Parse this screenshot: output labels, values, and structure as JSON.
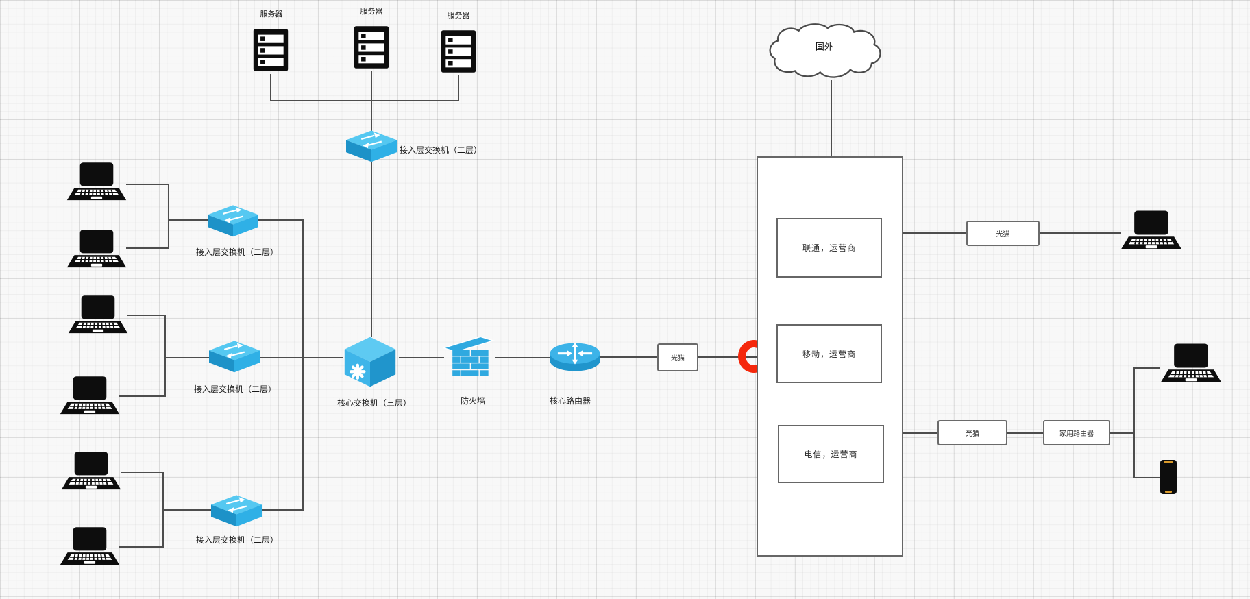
{
  "app": {
    "type": "network-topology-diagram",
    "language": "zh-CN"
  },
  "colors": {
    "connector": "#4d4d4d",
    "shape_border": "#666666",
    "switch_blue_light": "#55c8f1",
    "switch_blue": "#2fa9e0",
    "switch_blue_dark": "#1d8fc4",
    "annotation_red": "#f5270b",
    "device_black": "#0d0d0d",
    "phone_accent": "#d99a2b"
  },
  "icons": {
    "server": "server-rack-icon",
    "laptop": "laptop-icon",
    "access_switch": "switch-isometric-icon",
    "core_switch": "layer3-switch-cube-icon",
    "firewall": "brick-wall-icon",
    "router": "router-cylinder-icon",
    "cloud": "cloud-icon",
    "phone": "smartphone-icon",
    "annotation": "red-ellipse-highlight"
  },
  "nodes": {
    "server_1": "服务器",
    "server_2": "服务器",
    "server_3": "服务器",
    "switch_server_access": "接入层交换机（二层）",
    "switch_access_1": "接入层交换机（二层）",
    "switch_access_2": "接入层交换机（二层）",
    "switch_access_3": "接入层交换机（二层）",
    "switch_core": "核心交换机（三层）",
    "firewall": "防火墙",
    "router_core": "核心路由器",
    "modem_core": "光猫",
    "cloud_overseas": "国外",
    "isp_unicom": "联通，运营商",
    "isp_mobile": "移动，运营商",
    "isp_telecom": "电信，运营商",
    "modem_unicom": "光猫",
    "modem_telecom": "光猫",
    "router_home": "家用路由器"
  }
}
